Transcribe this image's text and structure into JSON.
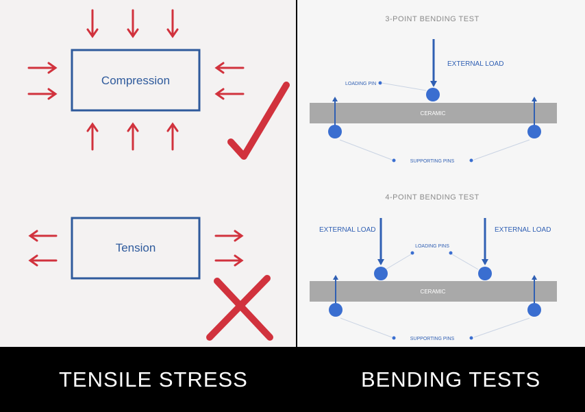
{
  "left": {
    "compression_label": "Compression",
    "tension_label": "Tension"
  },
  "right": {
    "three_point": {
      "title": "3-POINT BENDING TEST",
      "external_load": "EXTERNAL LOAD",
      "loading_pin": "LOADING PIN",
      "specimen": "CERAMIC",
      "supporting_pins": "SUPPORTING PINS"
    },
    "four_point": {
      "title": "4-POINT BENDING TEST",
      "external_load_left": "EXTERNAL LOAD",
      "external_load_right": "EXTERNAL LOAD",
      "loading_pins": "LOADING PINS",
      "specimen": "CERAMIC",
      "supporting_pins": "SUPPORTING PINS"
    }
  },
  "captions": {
    "left": "TENSILE STRESS",
    "right": "BENDING TESTS"
  },
  "colors": {
    "arrow_red": "#d1323d",
    "box_blue": "#2e5a9c",
    "pin_blue": "#3a6ed0",
    "specimen_gray": "#a9a9a9"
  }
}
